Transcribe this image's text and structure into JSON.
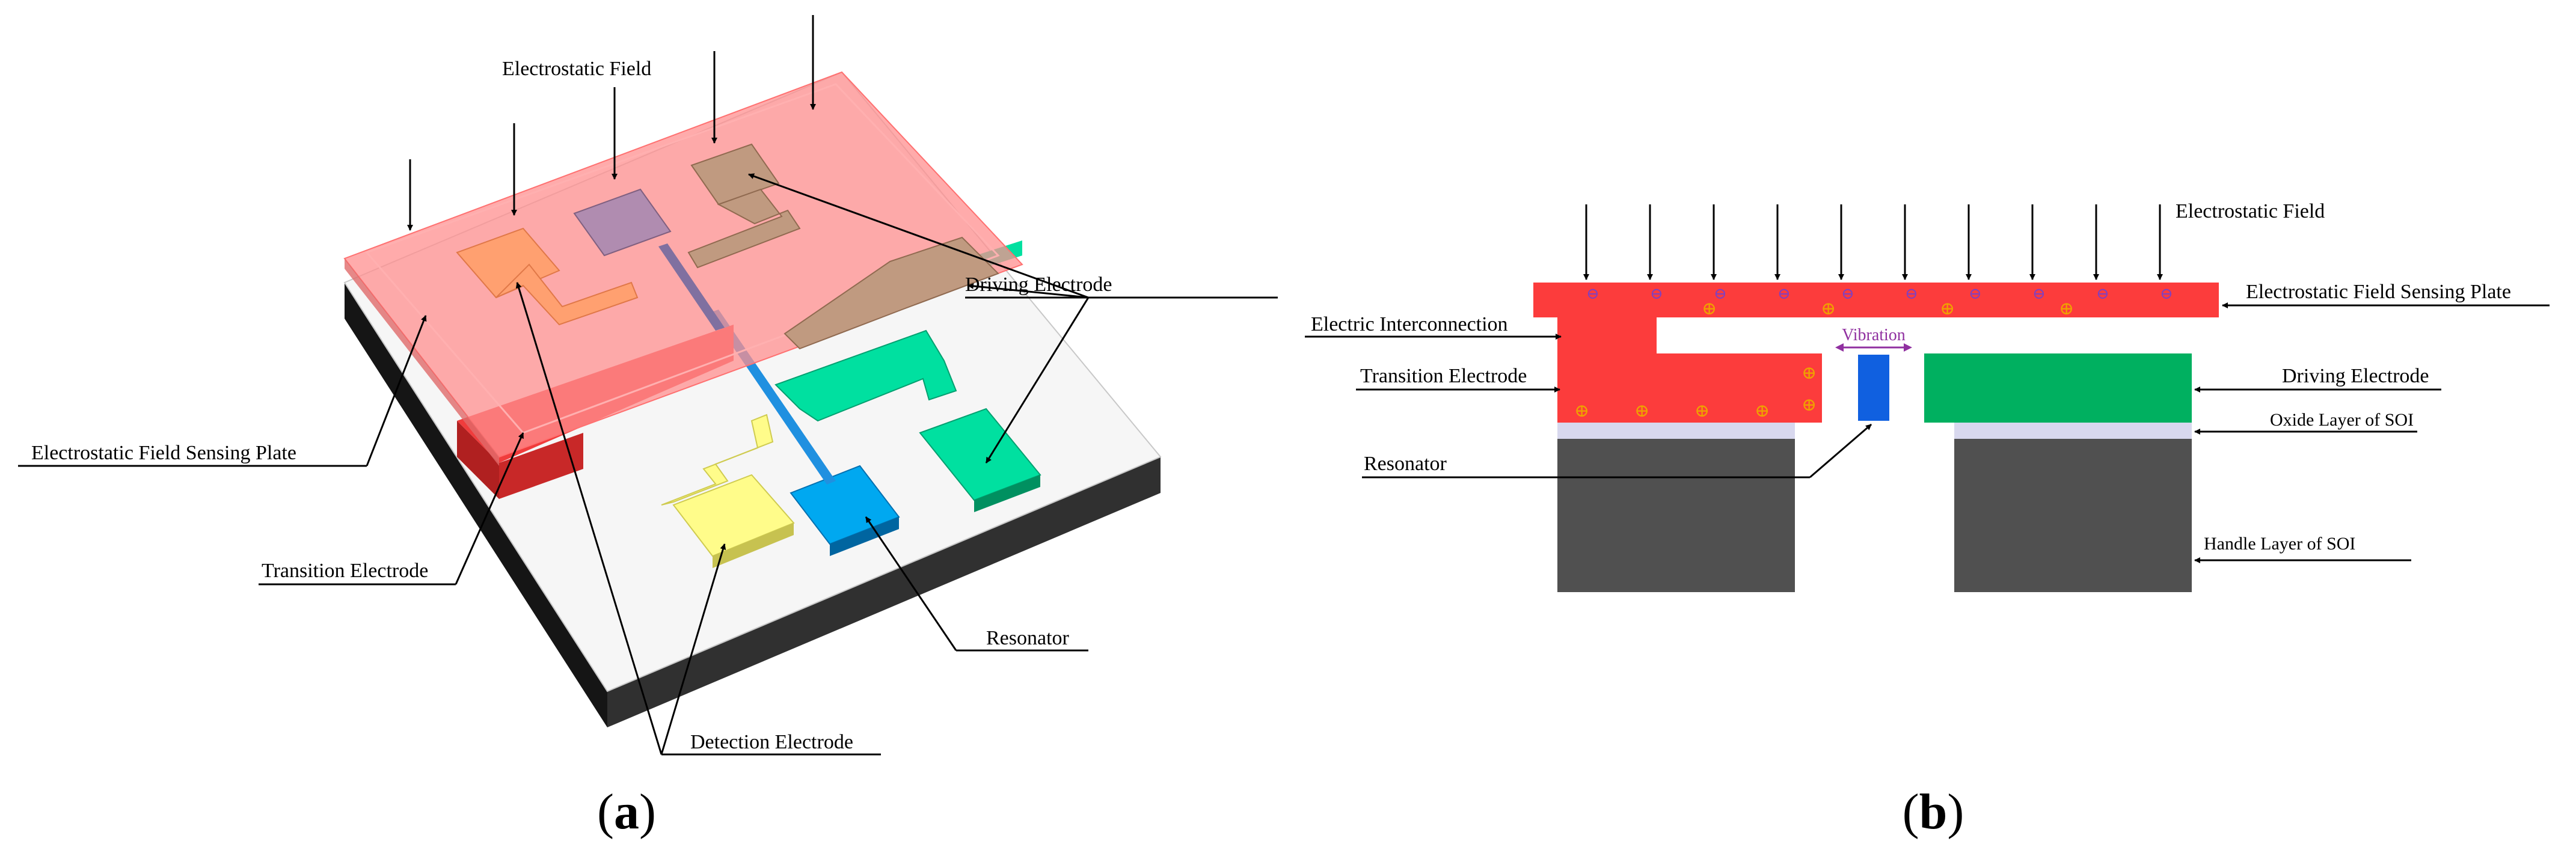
{
  "panel_a": {
    "caption_open": "(",
    "caption_letter": "a",
    "caption_close": ")",
    "labels": {
      "electrostatic_field": "Electrostatic Field",
      "driving_electrode": "Driving Electrode",
      "sensing_plate": "Electrostatic Field Sensing Plate",
      "transition_electrode": "Transition Electrode",
      "resonator": "Resonator",
      "detection_electrode": "Detection Electrode"
    },
    "colors": {
      "sensing_plate": "#ff8f8f",
      "transition_electrode": "#f03c3c",
      "driving_electrode": "#00e0a0",
      "detection_electrode": "#fffc8a",
      "resonator": "#00a8f0",
      "detection_on_plate": "#ffa070",
      "resonator_on_plate": "#b08cb0",
      "driving_on_plate": "#c09a80"
    }
  },
  "panel_b": {
    "caption_open": "(",
    "caption_letter": "b",
    "caption_close": ")",
    "labels": {
      "electrostatic_field": "Electrostatic Field",
      "sensing_plate": "Electrostatic Field Sensing Plate",
      "electric_interconnection": "Electric Interconnection",
      "vibration": "Vibration",
      "transition_electrode": "Transition Electrode",
      "driving_electrode": "Driving Electrode",
      "oxide_layer": "Oxide Layer of SOI",
      "resonator": "Resonator",
      "handle_layer": "Handle Layer of SOI"
    },
    "colors": {
      "sensing_plate": "#fc3c3c",
      "driving_electrode": "#00b060",
      "resonator": "#1060e0",
      "oxide_layer": "#d8d8ee",
      "handle_layer": "#505050",
      "negative_charge": "#8040c0",
      "positive_charge": "#f0a000",
      "vibration": "#9030a0"
    },
    "charges": {
      "negative_symbol": "⊖",
      "positive_symbol": "⊕"
    }
  }
}
